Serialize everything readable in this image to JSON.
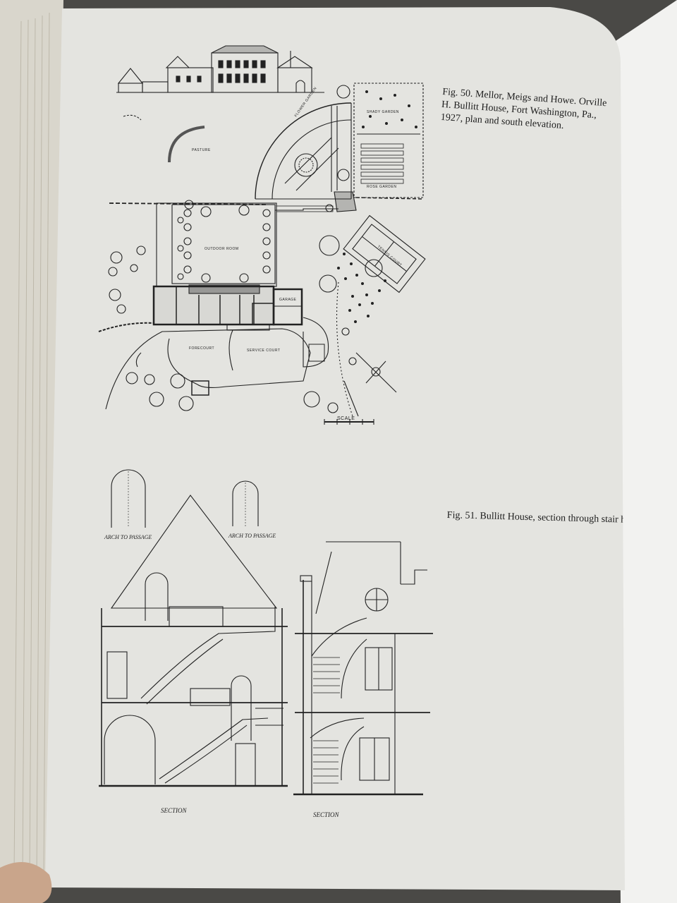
{
  "figures": [
    {
      "label": "Fig. 50.",
      "caption": "Mellor, Meigs and Howe. Orville H. Bullitt House, Fort Washington, Pa., 1927, plan and south elevation.",
      "plan_labels": {
        "flower_garden": "FLOWER GARDEN",
        "shady_garden": "SHADY GARDEN",
        "rose_garden": "ROSE GARDEN",
        "outdoor_room": "OUTDOOR ROOM",
        "tennis_court": "TENNIS COURT",
        "forecourt": "FORECOURT",
        "service_court": "SERVICE COURT",
        "pasture": "PASTURE",
        "garage": "GARAGE",
        "scale": "SCALE"
      }
    },
    {
      "label": "Fig. 51.",
      "caption": "Bullitt House, section through stair h",
      "drawing_labels": {
        "arch_passage": "ARCH TO PASSAGE",
        "section_left": "SECTION",
        "section_right": "SECTION"
      }
    }
  ],
  "colors": {
    "page": "#e4e4e0",
    "ink": "#1e1e1e",
    "background": "#3a3a38"
  }
}
